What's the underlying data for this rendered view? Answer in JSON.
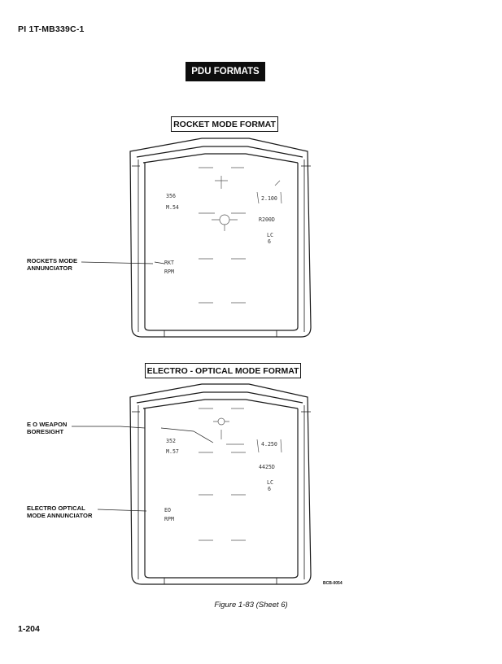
{
  "header": {
    "doc_id": "PI 1T-MB339C-1"
  },
  "banner": {
    "label": "PDU FORMATS"
  },
  "rocket_format": {
    "title": "ROCKET MODE FORMAT",
    "callout": "ROCKETS MODE\nANNUNCIATOR",
    "readouts": {
      "heading": "356",
      "mach": "M.54",
      "range": "2.100",
      "altitude": "R200D",
      "lc": "LC",
      "lc_value": "6",
      "mode": "RKT",
      "rpm": "RPM"
    }
  },
  "eo_format": {
    "title": "ELECTRO - OPTICAL MODE FORMAT",
    "callout_boresight": "E O WEAPON\nBORESIGHT",
    "callout_mode": "ELECTRO OPTICAL\nMODE ANNUNCIATOR",
    "readouts": {
      "heading": "352",
      "mach": "M.57",
      "range": "4.250",
      "altitude": "4425D",
      "lc": "LC",
      "lc_value": "6",
      "mode": "EO",
      "rpm": "RPM"
    }
  },
  "footer": {
    "figure_caption": "Figure 1-83 (Sheet 6)",
    "page_number": "1-204",
    "drawing_code": "BCB-0054"
  }
}
